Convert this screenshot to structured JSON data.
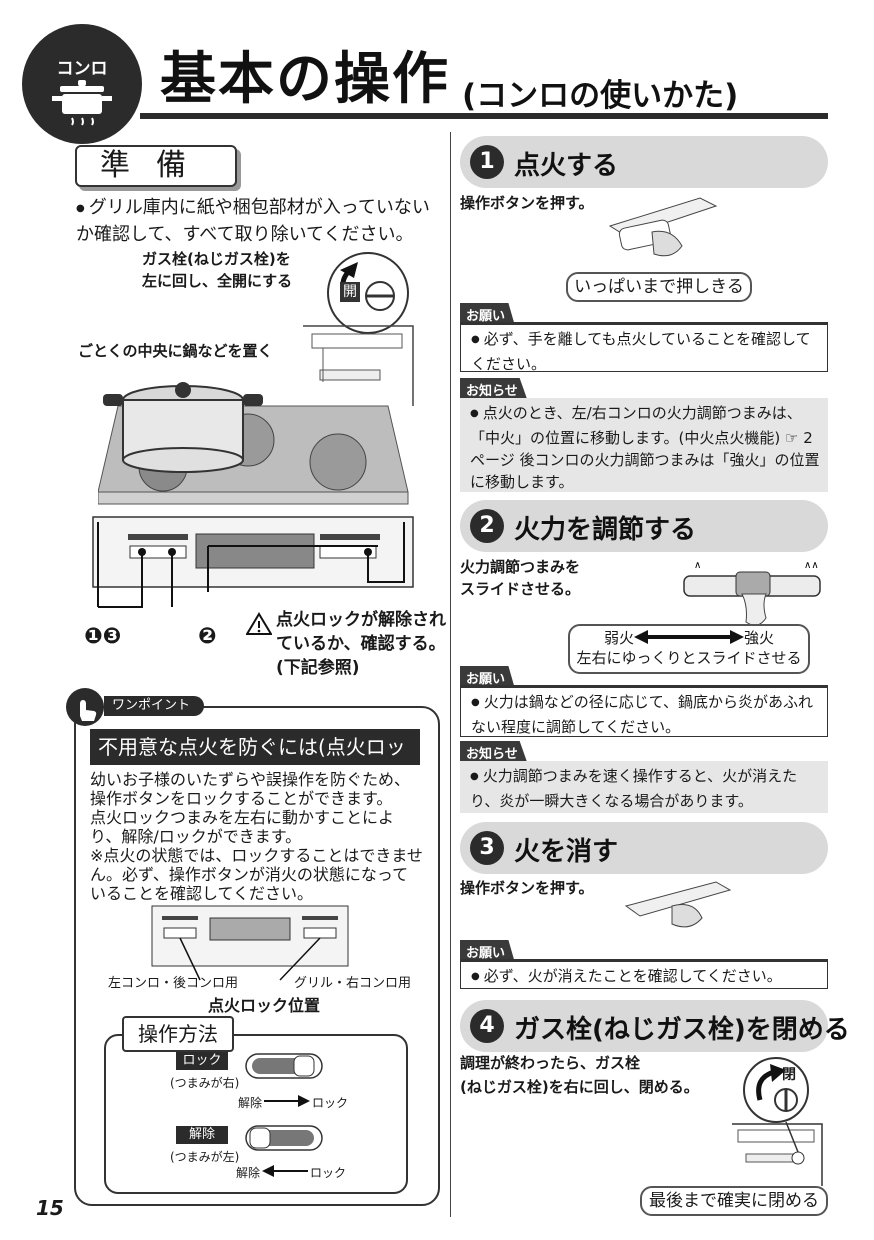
{
  "header": {
    "badge": "コンロ",
    "title": "基本の操作",
    "subtitle": "(コンロの使いかた)"
  },
  "prep": {
    "heading": "準備",
    "bullet": "グリル庫内に紙や梱包部材が入っていないか確認して、すべて取り除いてください。",
    "gas_note_1": "ガス栓(ねじガス栓)を",
    "gas_note_2": "左に回し、全開にする",
    "open_mark": "開",
    "pot_note": "ごとくの中央に鍋などを置く",
    "marker_13": "❶❸",
    "marker_2": "❷",
    "lock_warning_1": "点火ロックが解除され",
    "lock_warning_2": "ているか、確認する。",
    "lock_warning_3": "(下記参照)"
  },
  "onepoint": {
    "tag": "ワンポイント",
    "title": "不用意な点火を防ぐには(点火ロック)",
    "p1": "幼いお子様のいたずらや誤操作を防ぐため、操作ボタンをロックすることができます。",
    "p2": "点火ロックつまみを左右に動かすことにより、解除/ロックができます。",
    "p3": "※点火の状態では、ロックすることはできません。必ず、操作ボタンが消火の状態になっていることを確認してください。",
    "label_left": "左コンロ・後コンロ用",
    "label_right": "グリル・右コンロ用",
    "label_position": "点火ロック位置",
    "method_title": "操作方法",
    "lock_label": "ロック",
    "lock_sub": "(つまみが右)",
    "release_label": "解除",
    "release_sub": "(つまみが左)",
    "arrow_release": "解除",
    "arrow_lock": "ロック"
  },
  "steps": [
    {
      "num": "1",
      "title": "点火する",
      "instruction": "操作ボタンを押す。",
      "callout": "いっぱいまで押しきる"
    },
    {
      "num": "2",
      "title": "火力を調節する",
      "instruction_1": "火力調節つまみを",
      "instruction_2": "スライドさせる。",
      "weak": "弱火",
      "strong": "強火",
      "callout": "左右にゆっくりとスライドさせる"
    },
    {
      "num": "3",
      "title": "火を消す",
      "instruction": "操作ボタンを押す。"
    },
    {
      "num": "4",
      "title": "ガス栓(ねじガス栓)を閉める",
      "instruction_1": "調理が終わったら、ガス栓",
      "instruction_2": "(ねじガス栓)を右に回し、閉める。",
      "close_mark": "閉",
      "callout": "最後まで確実に閉める"
    }
  ],
  "notes": {
    "onegai": "お願い",
    "oshirase": "お知らせ",
    "s1_onegai": "必ず、手を離しても点火していることを確認してください。",
    "s1_oshirase": "点火のとき、左/右コンロの火力調節つまみは、「中火」の位置に移動します。(中火点火機能) ☞ 2ページ 後コンロの火力調節つまみは「強火」の位置に移動します。",
    "s2_onegai": "火力は鍋などの径に応じて、鍋底から炎があふれない程度に調節してください。",
    "s2_oshirase": "火力調節つまみを速く操作すると、火が消えたり、炎が一瞬大きくなる場合があります。",
    "s3_onegai": "必ず、火が消えたことを確認してください。"
  },
  "page_number": "15"
}
